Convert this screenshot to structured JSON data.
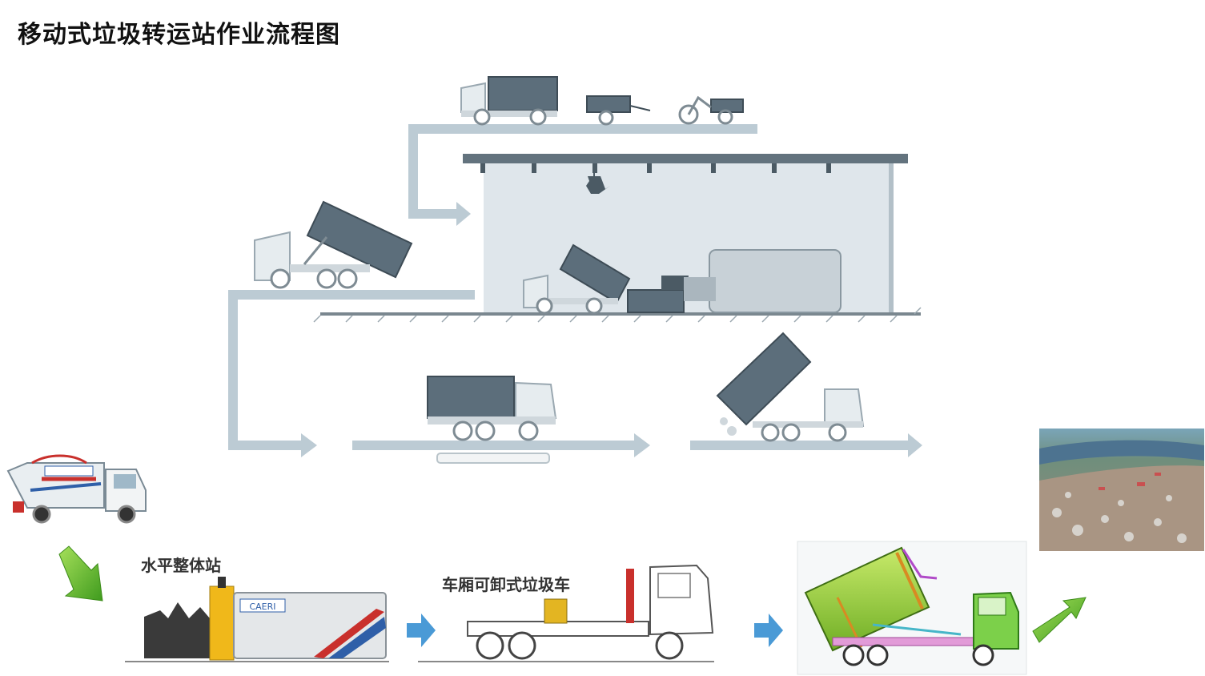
{
  "title": "移动式垃圾转运站作业流程图",
  "labels": {
    "station": "水平整体站",
    "hooklift_truck": "车厢可卸式垃圾车"
  },
  "colors": {
    "flow_line": "#b9c8d1",
    "building_fill": "#dfe6eb",
    "container_fill": "#596b78",
    "truck_cab": "#e9eef1",
    "arrow_blue": "#4a9ad6",
    "arrow_green": "#6bbf2a"
  },
  "icons": {
    "truck": "truck-icon",
    "arrow": "arrow-icon",
    "landfill": "landfill-photo"
  }
}
